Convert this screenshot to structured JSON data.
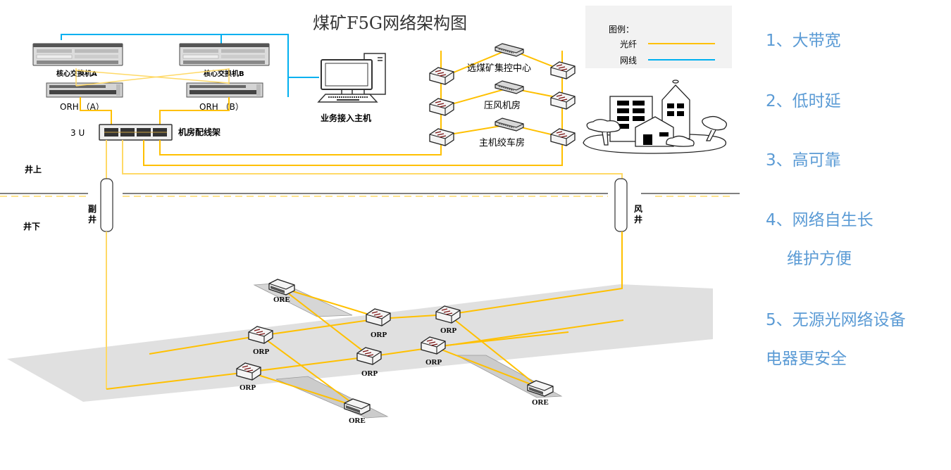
{
  "title": "煤矿F5G网络架构图",
  "legend": {
    "title": "图例：",
    "items": [
      {
        "label": "光纤",
        "color": "#ffc000"
      },
      {
        "label": "网线",
        "color": "#00b0f0"
      }
    ]
  },
  "colors": {
    "fiber": "#ffc000",
    "cable": "#00b0f0",
    "feature_text": "#5b9bd5",
    "ground_line": "#808080",
    "tunnel": "#e0e0e0"
  },
  "devices": {
    "core_switch_a": "核心交换机A",
    "core_switch_b": "核心交换机B",
    "orh_a": "ORH （A）",
    "orh_b": "ORH （B）",
    "patch_panel": "机房配线架",
    "rack_units": "3 U",
    "host": "业务接入主机"
  },
  "sites": [
    {
      "label": "选煤矿集控中心"
    },
    {
      "label": "压风机房"
    },
    {
      "label": "主机绞车房"
    }
  ],
  "levels": {
    "above": "井上",
    "below": "井下"
  },
  "shafts": {
    "auxiliary": [
      "副",
      "井"
    ],
    "ventilation": [
      "风",
      "井"
    ]
  },
  "underground": {
    "orp_label": "ORP",
    "ore_label": "ORE"
  },
  "features": [
    {
      "text": "1、大带宽"
    },
    {
      "text": "2、低时延"
    },
    {
      "text": "3、高可靠"
    },
    {
      "text": "4、网络自生长"
    },
    {
      "text": "维护方便"
    },
    {
      "text": "5、无源光网络设备"
    },
    {
      "text": "电器更安全"
    }
  ]
}
